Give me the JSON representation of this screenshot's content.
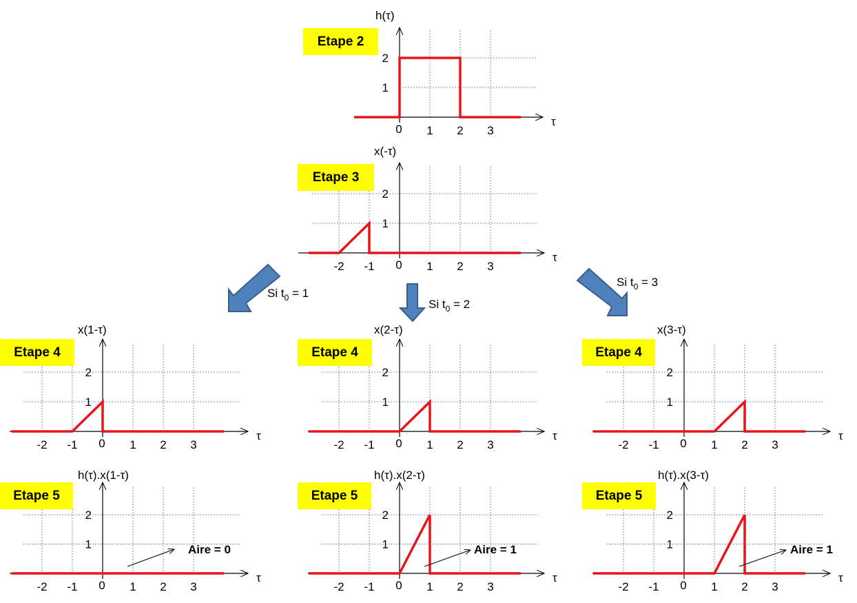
{
  "steps": {
    "e2": "Etape 2",
    "e3": "Etape 3",
    "e4a": "Etape 4",
    "e4b": "Etape 4",
    "e4c": "Etape 4",
    "e5a": "Etape 5",
    "e5b": "Etape 5",
    "e5c": "Etape 5"
  },
  "shifts": {
    "t1": {
      "prefix": "Si t",
      "sub": "0",
      "suffix": " = 1"
    },
    "t2": {
      "prefix": "Si t",
      "sub": "0",
      "suffix": " = 2"
    },
    "t3": {
      "prefix": "Si t",
      "sub": "0",
      "suffix": " = 3"
    }
  },
  "colors": {
    "signal": "#e8141c",
    "arrow": "#4f81bd",
    "arrow_border": "#385d8a",
    "grid": "#4f6fa8",
    "badge": "#ffff00"
  },
  "plots": [
    {
      "id": "e2",
      "ylabel": "h(τ)",
      "xlabel": "τ",
      "xticks": [
        "0",
        "1",
        "2",
        "3"
      ],
      "yticks": [
        "1",
        "2"
      ],
      "signal": [
        [
          -1.5,
          0
        ],
        [
          0,
          0
        ],
        [
          0,
          2
        ],
        [
          2,
          2
        ],
        [
          2,
          0
        ],
        [
          4,
          0
        ]
      ]
    },
    {
      "id": "e3",
      "ylabel": "x(-τ)",
      "xlabel": "τ",
      "xticks": [
        "-2",
        "-1",
        "0",
        "1",
        "2",
        "3"
      ],
      "yticks": [
        "1",
        "2"
      ],
      "signal": [
        [
          -3,
          0
        ],
        [
          -2,
          0
        ],
        [
          -1,
          1
        ],
        [
          -1,
          0
        ],
        [
          4,
          0
        ]
      ]
    },
    {
      "id": "e4a",
      "ylabel": "x(1-τ)",
      "xlabel": "τ",
      "xticks": [
        "-2",
        "-1",
        "0",
        "1",
        "2",
        "3"
      ],
      "yticks": [
        "1",
        "2"
      ],
      "signal": [
        [
          -3,
          0
        ],
        [
          -1,
          0
        ],
        [
          0,
          1
        ],
        [
          0,
          0
        ],
        [
          4,
          0
        ]
      ]
    },
    {
      "id": "e4b",
      "ylabel": "x(2-τ)",
      "xlabel": "τ",
      "xticks": [
        "-2",
        "-1",
        "0",
        "1",
        "2",
        "3"
      ],
      "yticks": [
        "1",
        "2"
      ],
      "signal": [
        [
          -3,
          0
        ],
        [
          0,
          0
        ],
        [
          1,
          1
        ],
        [
          1,
          0
        ],
        [
          4,
          0
        ]
      ]
    },
    {
      "id": "e4c",
      "ylabel": "x(3-τ)",
      "xlabel": "τ",
      "xticks": [
        "-2",
        "-1",
        "0",
        "1",
        "2",
        "3"
      ],
      "yticks": [
        "1",
        "2"
      ],
      "signal": [
        [
          -3,
          0
        ],
        [
          1,
          0
        ],
        [
          2,
          1
        ],
        [
          2,
          0
        ],
        [
          4,
          0
        ]
      ]
    },
    {
      "id": "e5a",
      "ylabel": "h(τ).x(1-τ)",
      "xlabel": "τ",
      "xticks": [
        "-2",
        "-1",
        "0",
        "1",
        "2",
        "3"
      ],
      "yticks": [
        "1",
        "2"
      ],
      "signal": [
        [
          -3,
          0
        ],
        [
          4,
          0
        ]
      ],
      "area_label": "Aire = 0"
    },
    {
      "id": "e5b",
      "ylabel": "h(τ).x(2-τ)",
      "xlabel": "τ",
      "xticks": [
        "-2",
        "-1",
        "0",
        "1",
        "2",
        "3"
      ],
      "yticks": [
        "1",
        "2"
      ],
      "signal": [
        [
          -3,
          0
        ],
        [
          0,
          0
        ],
        [
          1,
          2
        ],
        [
          1,
          0
        ],
        [
          4,
          0
        ]
      ],
      "area_label": "Aire = 1"
    },
    {
      "id": "e5c",
      "ylabel": "h(τ).x(3-τ)",
      "xlabel": "τ",
      "xticks": [
        "-2",
        "-1",
        "0",
        "1",
        "2",
        "3"
      ],
      "yticks": [
        "1",
        "2"
      ],
      "signal": [
        [
          -3,
          0
        ],
        [
          1,
          0
        ],
        [
          2,
          2
        ],
        [
          2,
          0
        ],
        [
          4,
          0
        ]
      ],
      "area_label": "Aire = 1"
    }
  ]
}
